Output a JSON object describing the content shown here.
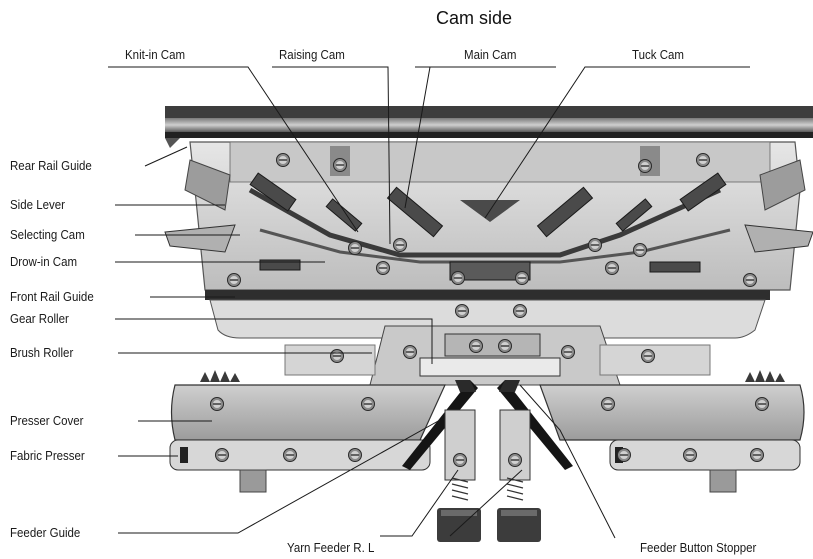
{
  "title": "Cam side",
  "labels": {
    "knit_in_cam": "Knit-in Cam",
    "raising_cam": "Raising Cam",
    "main_cam": "Main Cam",
    "tuck_cam": "Tuck Cam",
    "rear_rail_guide": "Rear Rail Guide",
    "side_lever": "Side Lever",
    "selecting_cam": "Selecting Cam",
    "draw_in_cam": "Drow-in Cam",
    "front_rail_guide": "Front Rail Guide",
    "gear_roller": "Gear Roller",
    "brush_roller": "Brush Roller",
    "presser_cover": "Presser Cover",
    "fabric_presser": "Fabric Presser",
    "feeder_guide": "Feeder Guide",
    "yarn_feeder": "Yarn Feeder R. L",
    "feeder_button_stopper": "Feeder Button Stopper"
  },
  "colors": {
    "metal_light": "#d9d9d9",
    "metal_mid": "#a8a8a8",
    "metal_dark": "#4a4a4a",
    "ink": "#1a1a1a"
  }
}
